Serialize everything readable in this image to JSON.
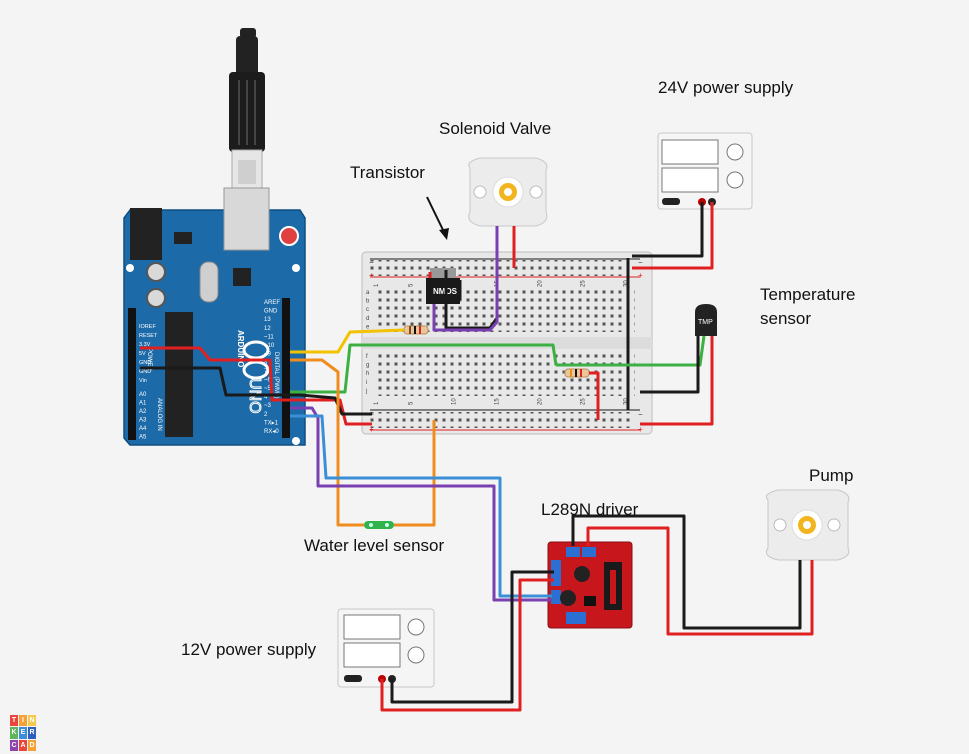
{
  "labels": {
    "solenoid_valve": "Solenoid Valve",
    "power_24v": "24V power supply",
    "transistor": "Transistor",
    "temp_sensor_line1": "Temperature",
    "temp_sensor_line2": "sensor",
    "pump": "Pump",
    "driver": "L289N driver",
    "water_level": "Water level sensor",
    "power_12v": "12V power supply"
  },
  "arduino": {
    "brand": "ARDUINO",
    "model": "UNO",
    "digital_header": "DIGITAL (PWM~)",
    "analog_header": "ANALOG IN",
    "power_header": "POWER",
    "pins_top": [
      "AREF",
      "GND",
      "13",
      "12",
      "~11",
      "~10",
      "~9",
      "8",
      "7",
      "~6",
      "~5",
      "4",
      "~3",
      "2",
      "TX▸1",
      "RX◂0"
    ],
    "pins_power": [
      "IOREF",
      "RESET",
      "3.3V",
      "5V",
      "GND",
      "GND",
      "Vin"
    ],
    "pins_analog": [
      "A0",
      "A1",
      "A2",
      "A3",
      "A4",
      "A5"
    ]
  },
  "components": {
    "transistor_chip": "NMOS",
    "temp_chip": "TMP"
  },
  "breadboard_numbers": [
    "1",
    "5",
    "10",
    "15",
    "20",
    "25",
    "30"
  ],
  "breadboard_rows": [
    "a",
    "b",
    "c",
    "d",
    "e",
    "f",
    "g",
    "h",
    "i",
    "j"
  ],
  "logo": {
    "letters": [
      "T",
      "I",
      "N",
      "K",
      "E",
      "R",
      "C",
      "A",
      "D"
    ],
    "colors": [
      "#e8453c",
      "#f4a236",
      "#f2c94c",
      "#5fb35a",
      "#3b8fd9",
      "#2f5fb8",
      "#8e44ad",
      "#e8453c",
      "#f4a236"
    ]
  },
  "wire_colors": {
    "red": "#e02020",
    "black": "#1a1a1a",
    "yellow": "#f2c200",
    "green": "#3cb043",
    "orange": "#f08c1e",
    "purple": "#7a3fb0",
    "blue": "#3a8fd6"
  }
}
